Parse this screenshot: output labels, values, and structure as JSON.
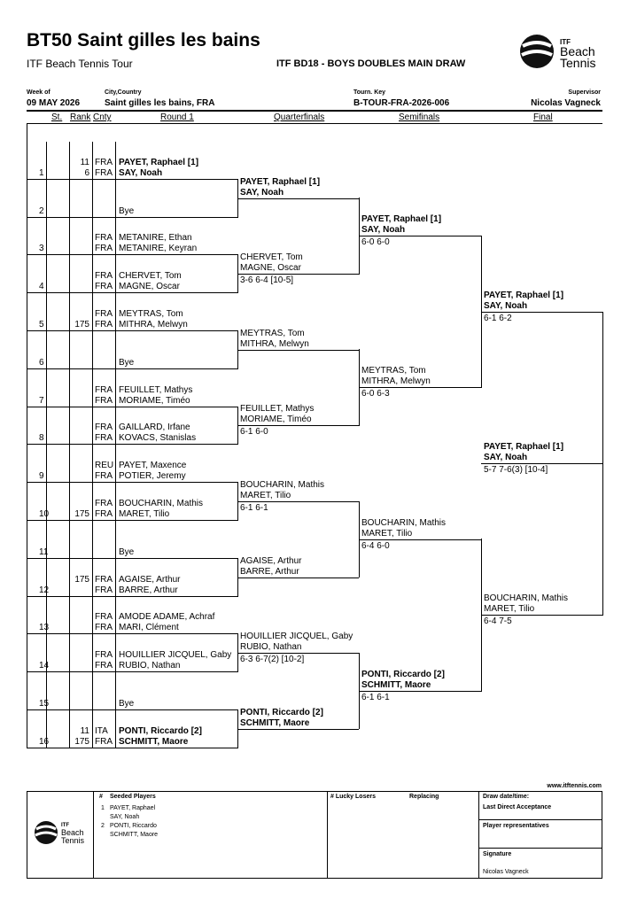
{
  "header": {
    "title": "BT50 Saint gilles les bains",
    "subtitle": "ITF Beach Tennis Tour",
    "draw_name": "ITF BD18 - BOYS DOUBLES MAIN DRAW",
    "logo_text": "Beach Tennis",
    "week_of_label": "Week of",
    "week_of": "09 MAY 2026",
    "city_label": "City,Country",
    "city": "Saint gilles les bains, FRA",
    "tourn_key_label": "Tourn. Key",
    "tourn_key": "B-TOUR-FRA-2026-006",
    "supervisor_label": "Supervisor",
    "supervisor": "Nicolas Vagneck"
  },
  "columns": {
    "st": "St.",
    "rank": "Rank",
    "cnty": "Cnty",
    "round1": "Round 1",
    "qf": "Quarterfinals",
    "sf": "Semifinals",
    "final": "Final"
  },
  "draw": [
    {
      "num": "1",
      "ranks": [
        "11",
        "6"
      ],
      "cntys": [
        "FRA",
        "FRA"
      ],
      "players": [
        "PAYET, Raphael [1]",
        "SAY, Noah"
      ],
      "bold": true
    },
    {
      "num": "2",
      "ranks": [
        "",
        ""
      ],
      "cntys": [
        "",
        ""
      ],
      "players": [
        "",
        "Bye"
      ],
      "bold": false
    },
    {
      "num": "3",
      "ranks": [
        "",
        ""
      ],
      "cntys": [
        "FRA",
        "FRA"
      ],
      "players": [
        "METANIRE, Ethan",
        "METANIRE, Keyran"
      ],
      "bold": false
    },
    {
      "num": "4",
      "ranks": [
        "",
        ""
      ],
      "cntys": [
        "FRA",
        "FRA"
      ],
      "players": [
        "CHERVET, Tom",
        "MAGNE, Oscar"
      ],
      "bold": false
    },
    {
      "num": "5",
      "ranks": [
        "",
        "175"
      ],
      "cntys": [
        "FRA",
        "FRA"
      ],
      "players": [
        "MEYTRAS, Tom",
        "MITHRA, Melwyn"
      ],
      "bold": false
    },
    {
      "num": "6",
      "ranks": [
        "",
        ""
      ],
      "cntys": [
        "",
        ""
      ],
      "players": [
        "",
        "Bye"
      ],
      "bold": false
    },
    {
      "num": "7",
      "ranks": [
        "",
        ""
      ],
      "cntys": [
        "FRA",
        "FRA"
      ],
      "players": [
        "FEUILLET, Mathys",
        "MORIAME, Timéo"
      ],
      "bold": false
    },
    {
      "num": "8",
      "ranks": [
        "",
        ""
      ],
      "cntys": [
        "FRA",
        "FRA"
      ],
      "players": [
        "GAILLARD, Irfane",
        "KOVACS, Stanislas"
      ],
      "bold": false
    },
    {
      "num": "9",
      "ranks": [
        "",
        ""
      ],
      "cntys": [
        "REU",
        "FRA"
      ],
      "players": [
        "PAYET, Maxence",
        "POTIER, Jeremy"
      ],
      "bold": false
    },
    {
      "num": "10",
      "ranks": [
        "",
        "175"
      ],
      "cntys": [
        "FRA",
        "FRA"
      ],
      "players": [
        "BOUCHARIN, Mathis",
        "MARET, Tilio"
      ],
      "bold": false
    },
    {
      "num": "11",
      "ranks": [
        "",
        ""
      ],
      "cntys": [
        "",
        ""
      ],
      "players": [
        "",
        "Bye"
      ],
      "bold": false
    },
    {
      "num": "12",
      "ranks": [
        "175",
        ""
      ],
      "cntys": [
        "FRA",
        "FRA"
      ],
      "players": [
        "AGAISE, Arthur",
        "BARRE, Arthur"
      ],
      "bold": false
    },
    {
      "num": "13",
      "ranks": [
        "",
        ""
      ],
      "cntys": [
        "FRA",
        "FRA"
      ],
      "players": [
        "AMODE ADAME, Achraf",
        "MARI, Clément"
      ],
      "bold": false
    },
    {
      "num": "14",
      "ranks": [
        "",
        ""
      ],
      "cntys": [
        "FRA",
        "FRA"
      ],
      "players": [
        "HOUILLIER JICQUEL, Gaby",
        "RUBIO, Nathan"
      ],
      "bold": false
    },
    {
      "num": "15",
      "ranks": [
        "",
        ""
      ],
      "cntys": [
        "",
        ""
      ],
      "players": [
        "",
        "Bye"
      ],
      "bold": false
    },
    {
      "num": "16",
      "ranks": [
        "11",
        "175"
      ],
      "cntys": [
        "ITA",
        "FRA"
      ],
      "players": [
        "PONTI, Riccardo [2]",
        "SCHMITT, Maore"
      ],
      "bold": true
    }
  ],
  "qf": [
    {
      "players": [
        "PAYET, Raphael [1]",
        "SAY, Noah"
      ],
      "score": "",
      "bold": true
    },
    {
      "players": [
        "CHERVET, Tom",
        "MAGNE, Oscar"
      ],
      "score": "3-6 6-4 [10-5]",
      "bold": false
    },
    {
      "players": [
        "MEYTRAS, Tom",
        "MITHRA, Melwyn"
      ],
      "score": "",
      "bold": false
    },
    {
      "players": [
        "FEUILLET, Mathys",
        "MORIAME, Timéo"
      ],
      "score": "6-1 6-0",
      "bold": false
    },
    {
      "players": [
        "BOUCHARIN, Mathis",
        "MARET, Tilio"
      ],
      "score": "6-1 6-1",
      "bold": false
    },
    {
      "players": [
        "AGAISE, Arthur",
        "BARRE, Arthur"
      ],
      "score": "",
      "bold": false
    },
    {
      "players": [
        "HOUILLIER JICQUEL, Gaby",
        "RUBIO, Nathan"
      ],
      "score": "6-3 6-7(2) [10-2]",
      "bold": false
    },
    {
      "players": [
        "PONTI, Riccardo [2]",
        "SCHMITT, Maore"
      ],
      "score": "",
      "bold": true
    }
  ],
  "sf": [
    {
      "players": [
        "PAYET, Raphael [1]",
        "SAY, Noah"
      ],
      "score": "6-0 6-0",
      "bold": true
    },
    {
      "players": [
        "MEYTRAS, Tom",
        "MITHRA, Melwyn"
      ],
      "score": "6-0 6-3",
      "bold": false
    },
    {
      "players": [
        "BOUCHARIN, Mathis",
        "MARET, Tilio"
      ],
      "score": "6-4 6-0",
      "bold": false
    },
    {
      "players": [
        "PONTI, Riccardo [2]",
        "SCHMITT, Maore"
      ],
      "score": "6-1 6-1",
      "bold": true
    }
  ],
  "final": [
    {
      "players": [
        "PAYET, Raphael [1]",
        "SAY, Noah"
      ],
      "score": "6-1 6-2",
      "bold": true
    },
    {
      "players": [
        "BOUCHARIN, Mathis",
        "MARET, Tilio"
      ],
      "score": "6-4 7-5",
      "bold": false
    }
  ],
  "winner": {
    "players": [
      "PAYET, Raphael [1]",
      "SAY, Noah"
    ],
    "score": "5-7 7-6(3) [10-4]"
  },
  "footer": {
    "url": "www.itftennis.com",
    "seeded_hash": "#",
    "seeded_label": "Seeded Players",
    "seeds": [
      {
        "n": "1",
        "a": "PAYET, Raphael",
        "b": "SAY, Noah"
      },
      {
        "n": "2",
        "a": "PONTI, Riccardo",
        "b": "SCHMITT, Maore"
      }
    ],
    "lucky_losers": "# Lucky Losers",
    "replacing": "Replacing",
    "draw_date": "Draw date/time:",
    "last_direct": "Last Direct Acceptance",
    "player_reps": "Player representatives",
    "signature": "Signature",
    "signer": "Nicolas Vagneck"
  }
}
